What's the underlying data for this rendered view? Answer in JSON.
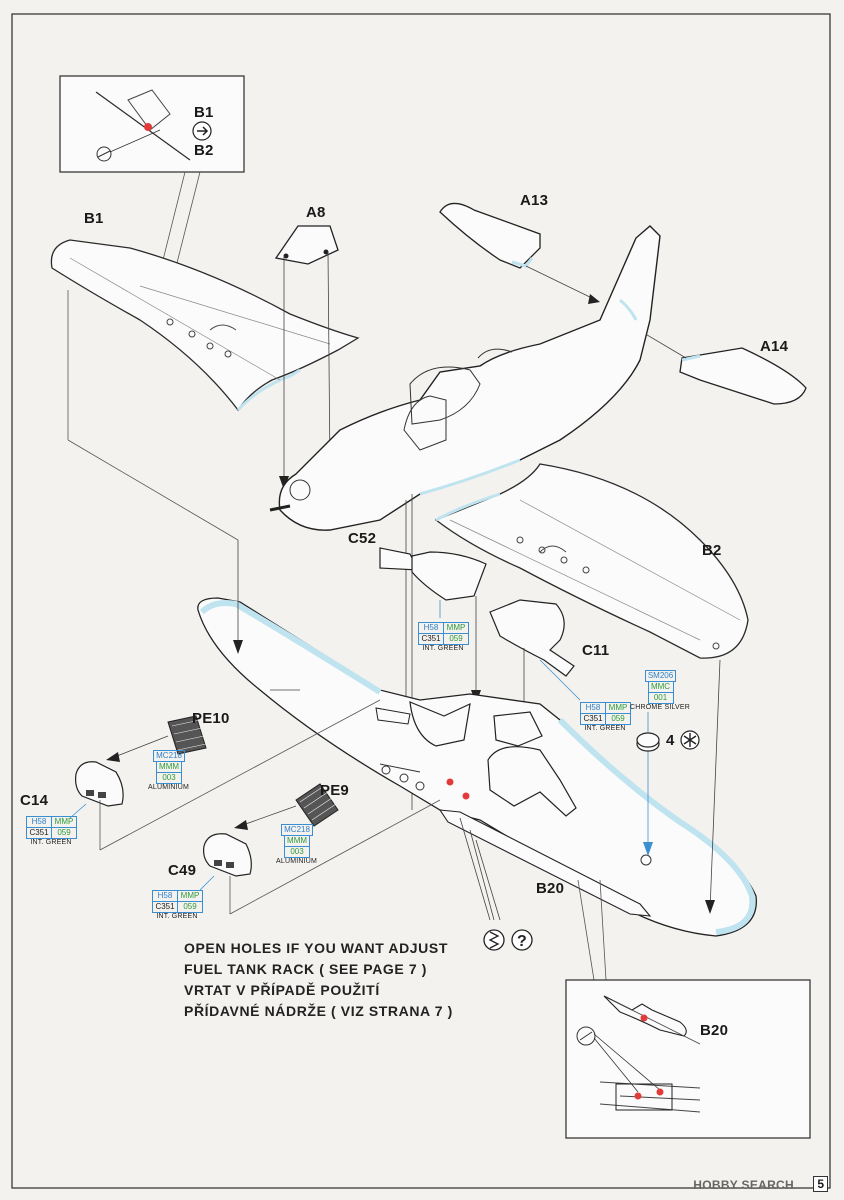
{
  "labels": {
    "b1_inset_top": "B1",
    "b2_inset": "B2",
    "b1_wing": "B1",
    "a8": "A8",
    "a13": "A13",
    "a14": "A14",
    "c52": "C52",
    "b2_wing": "B2",
    "c11": "C11",
    "pe10": "PE10",
    "pe9": "PE9",
    "c14": "C14",
    "c49": "C49",
    "b20": "B20",
    "b20_inset": "B20",
    "four": "4"
  },
  "paint_callouts": {
    "int_green": {
      "h": "H58",
      "mmp": "MMP",
      "c": "C351",
      "num": "059",
      "name": "INT. GREEN"
    },
    "aluminium": {
      "code": "MC218",
      "mmm": "MMM",
      "num": "003",
      "name": "ALUMINIUM"
    },
    "chrome": {
      "code": "SM206",
      "mmc": "MMC",
      "num": "001",
      "name": "CHROME SILVER"
    }
  },
  "notes": {
    "en_line1": "OPEN HOLES IF YOU WANT ADJUST",
    "en_line2": "FUEL TANK RACK ( SEE PAGE 7 )",
    "cz_line1": "VRTAT V PŘÍPADĚ POUŽITÍ",
    "cz_line2": "PŘÍDAVNÉ NÁDRŽE ( VIZ STRANA 7 )"
  },
  "footer": {
    "watermark": "HOBBY SEARCH",
    "page": "5"
  },
  "colors": {
    "part_highlight": "#bfe3ef",
    "marker": "#e23b3b",
    "frame": "#2a2a2a"
  }
}
